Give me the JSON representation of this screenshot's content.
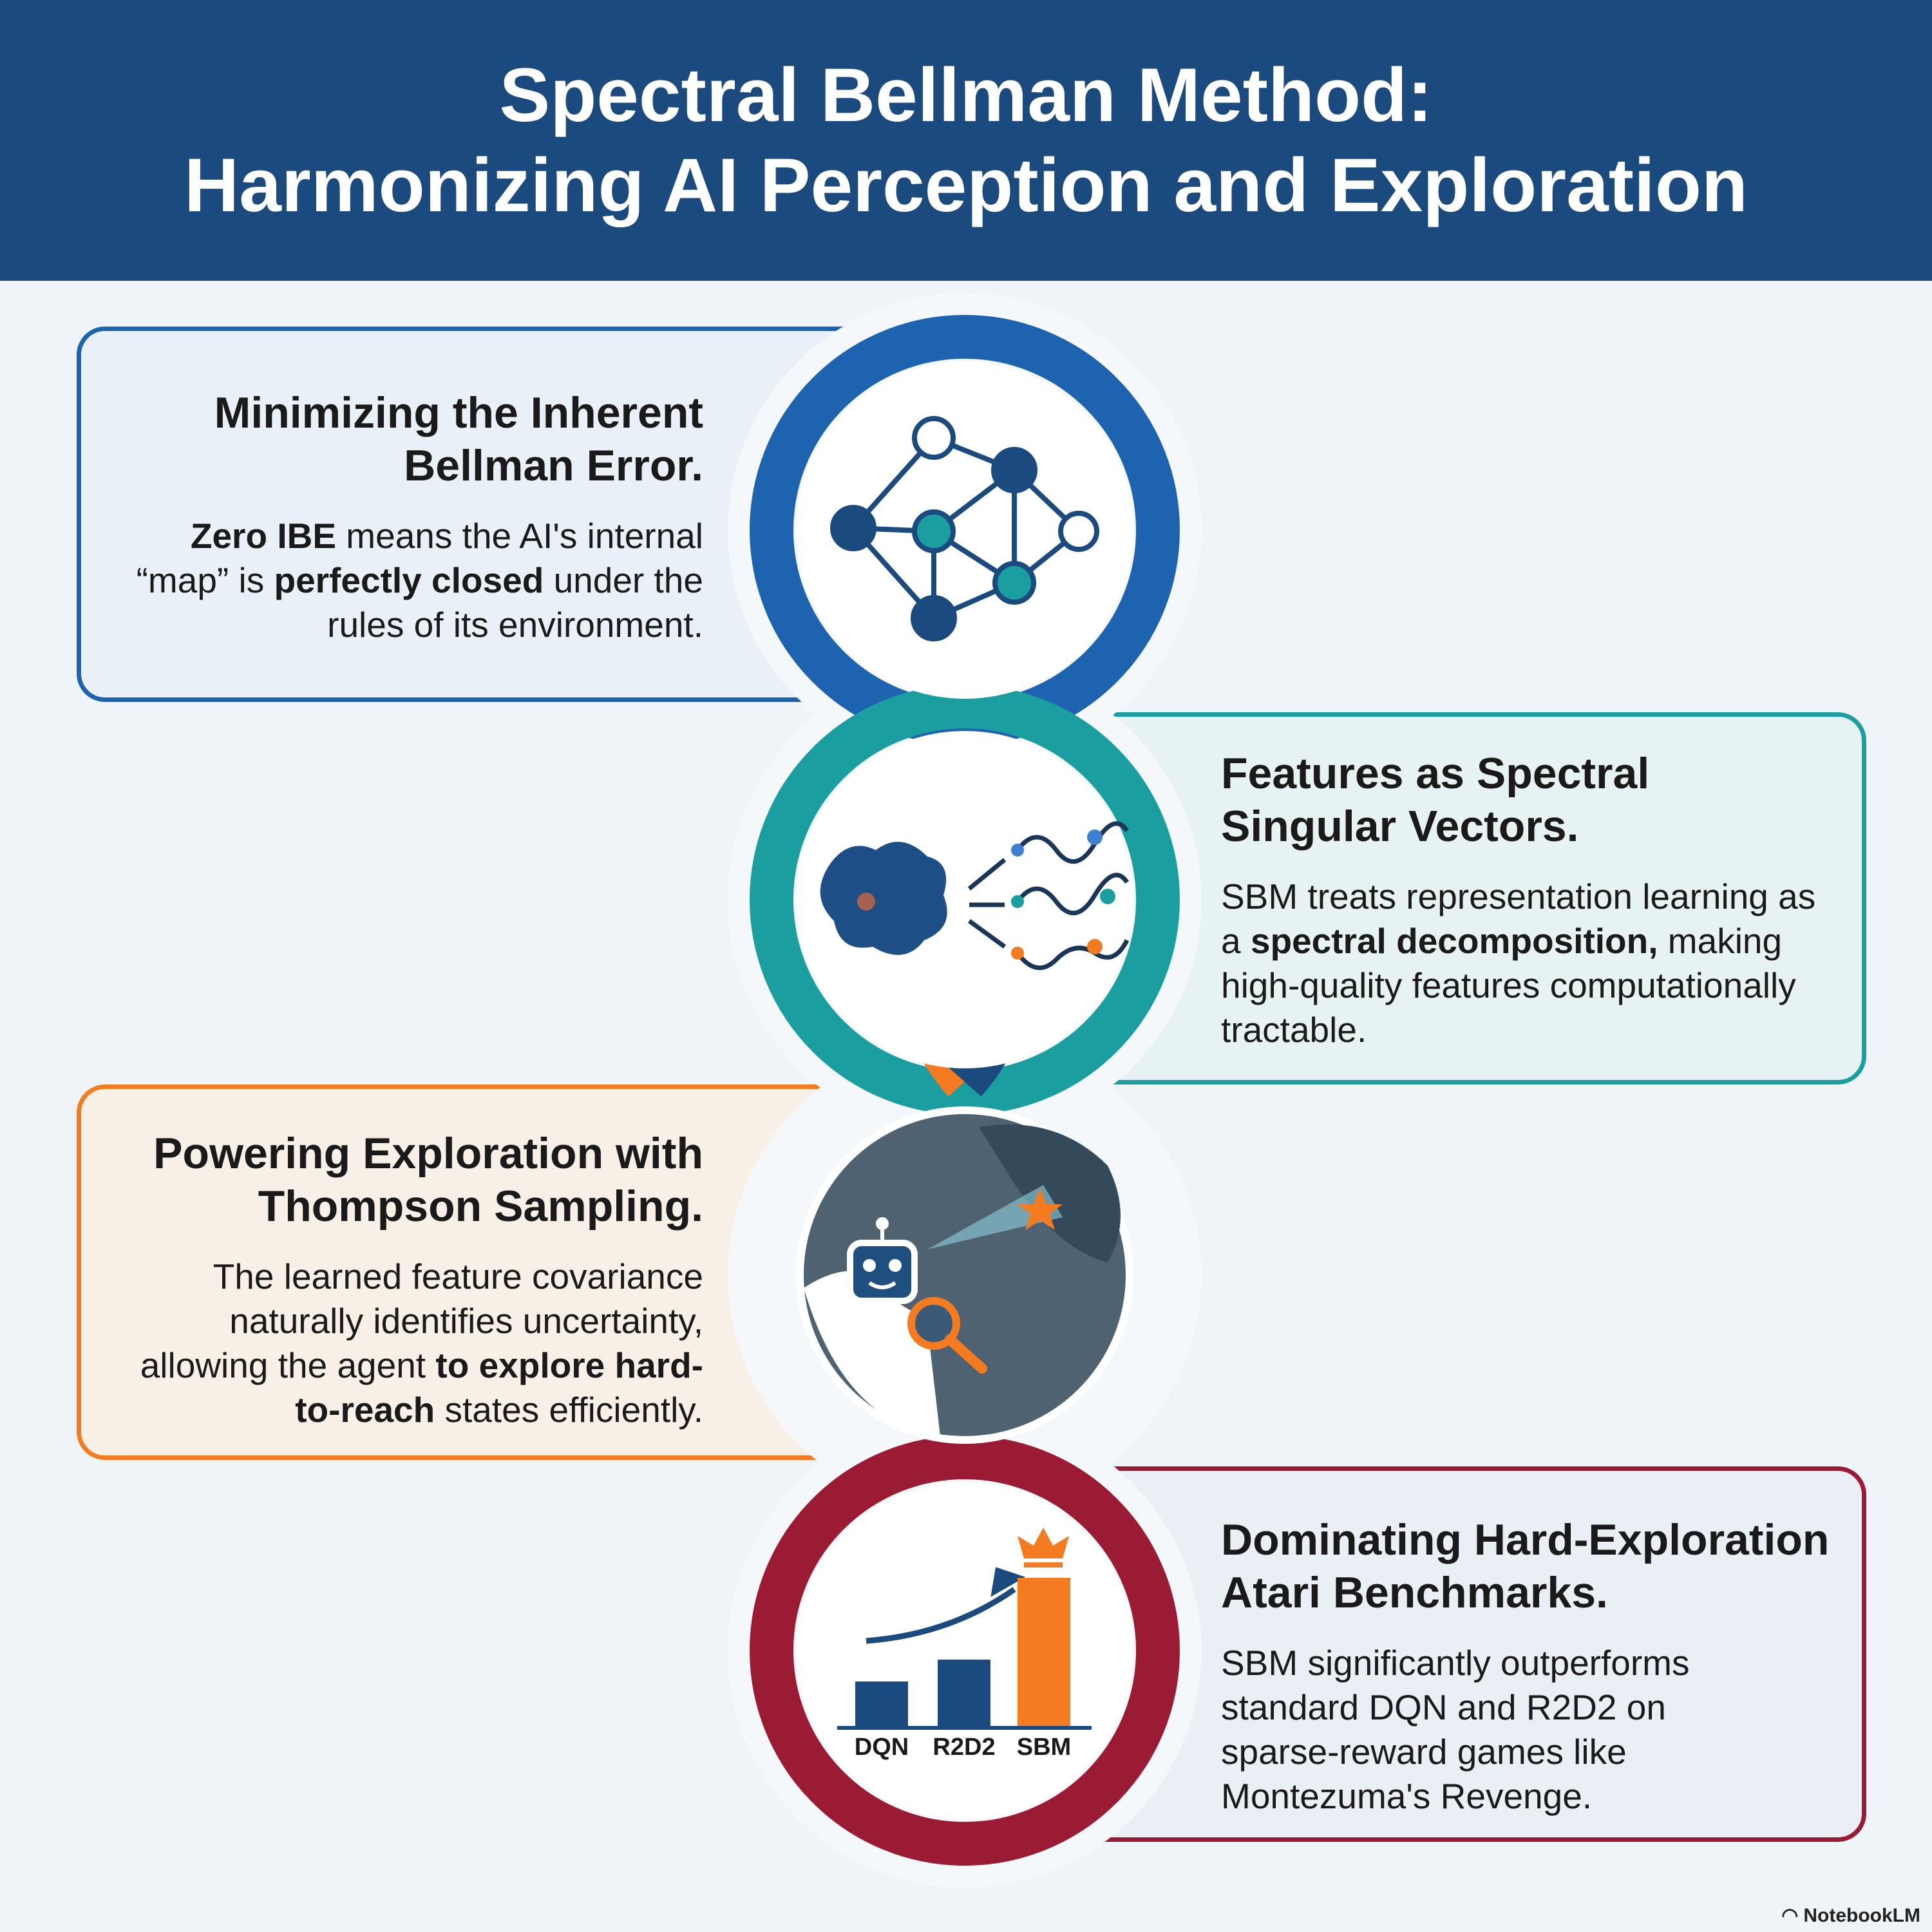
{
  "title": {
    "line1": "Spectral Bellman Method:",
    "line2": "Harmonizing AI Perception and Exploration"
  },
  "colors": {
    "header": "#1b4a7e",
    "blue": "#1e63b0",
    "teal": "#1a9ea0",
    "orange": "#f47b20",
    "navy": "#1b4a7e",
    "crimson": "#9b1b34"
  },
  "sections": [
    {
      "heading": "Minimizing the Inherent Bellman Error.",
      "icon": "network-graph-icon",
      "body": [
        {
          "t": "Zero IBE",
          "b": true
        },
        {
          "t": " means the AI's internal “map” is ",
          "b": false
        },
        {
          "t": "perfectly closed",
          "b": true
        },
        {
          "t": " under the rules of its environment.",
          "b": false
        }
      ]
    },
    {
      "heading": "Features as Spectral Singular Vectors.",
      "icon": "spectral-decomposition-icon",
      "body": [
        {
          "t": "SBM treats representation learning as a ",
          "b": false
        },
        {
          "t": "spectral decomposition,",
          "b": true
        },
        {
          "t": " making high-quality features computationally tractable.",
          "b": false
        }
      ]
    },
    {
      "heading": "Powering Exploration with Thompson Sampling.",
      "icon": "robot-explorer-icon",
      "body": [
        {
          "t": "The learned feature covariance naturally identifies uncertainty, allowing the agent ",
          "b": false
        },
        {
          "t": "to explore hard-to-reach",
          "b": true
        },
        {
          "t": " states efficiently.",
          "b": false
        }
      ]
    },
    {
      "heading": "Dominating Hard-Exploration Atari Benchmarks.",
      "icon": "bar-chart-crown-icon",
      "body": [
        {
          "t": "SBM significantly outperforms standard DQN and R2D2 on sparse-reward games like Montezuma's Revenge.",
          "b": false
        }
      ]
    }
  ],
  "benchmark_icon": {
    "labels": [
      "DQN",
      "R2D2",
      "SBM"
    ],
    "relative_values": [
      0.3,
      0.45,
      1.0
    ]
  },
  "footer": {
    "brand": "NotebookLM"
  }
}
